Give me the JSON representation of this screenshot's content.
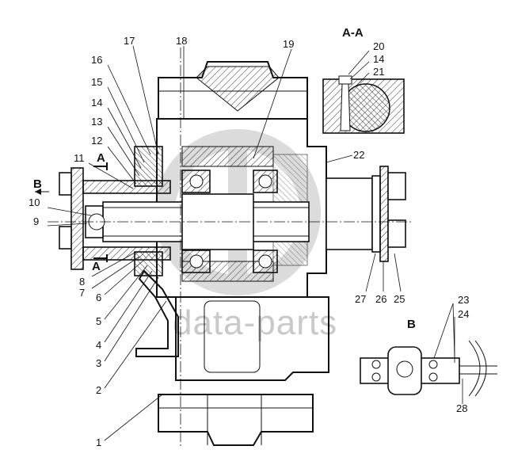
{
  "watermark": "data-parts",
  "section_labels": {
    "section_aa": "A-A",
    "view_b": "B",
    "arrow_b": "B",
    "cut_a_top": "A",
    "cut_a_bottom": "A"
  },
  "callouts": {
    "n1": "1",
    "n2": "2",
    "n3": "3",
    "n4": "4",
    "n5": "5",
    "n6": "6",
    "n7": "7",
    "n8": "8",
    "n9": "9",
    "n10": "10",
    "n11": "11",
    "n12": "12",
    "n13": "13",
    "n14": "14",
    "n15": "15",
    "n16": "16",
    "n17": "17",
    "n18": "18",
    "n19": "19",
    "n20": "20",
    "n14b": "14",
    "n21": "21",
    "n22": "22",
    "n23": "23",
    "n24": "24",
    "n25": "25",
    "n26": "26",
    "n27": "27",
    "n28": "28"
  },
  "colors": {
    "line": "#111111",
    "hatch": "#333333",
    "watermark": "#c9c9c9"
  }
}
